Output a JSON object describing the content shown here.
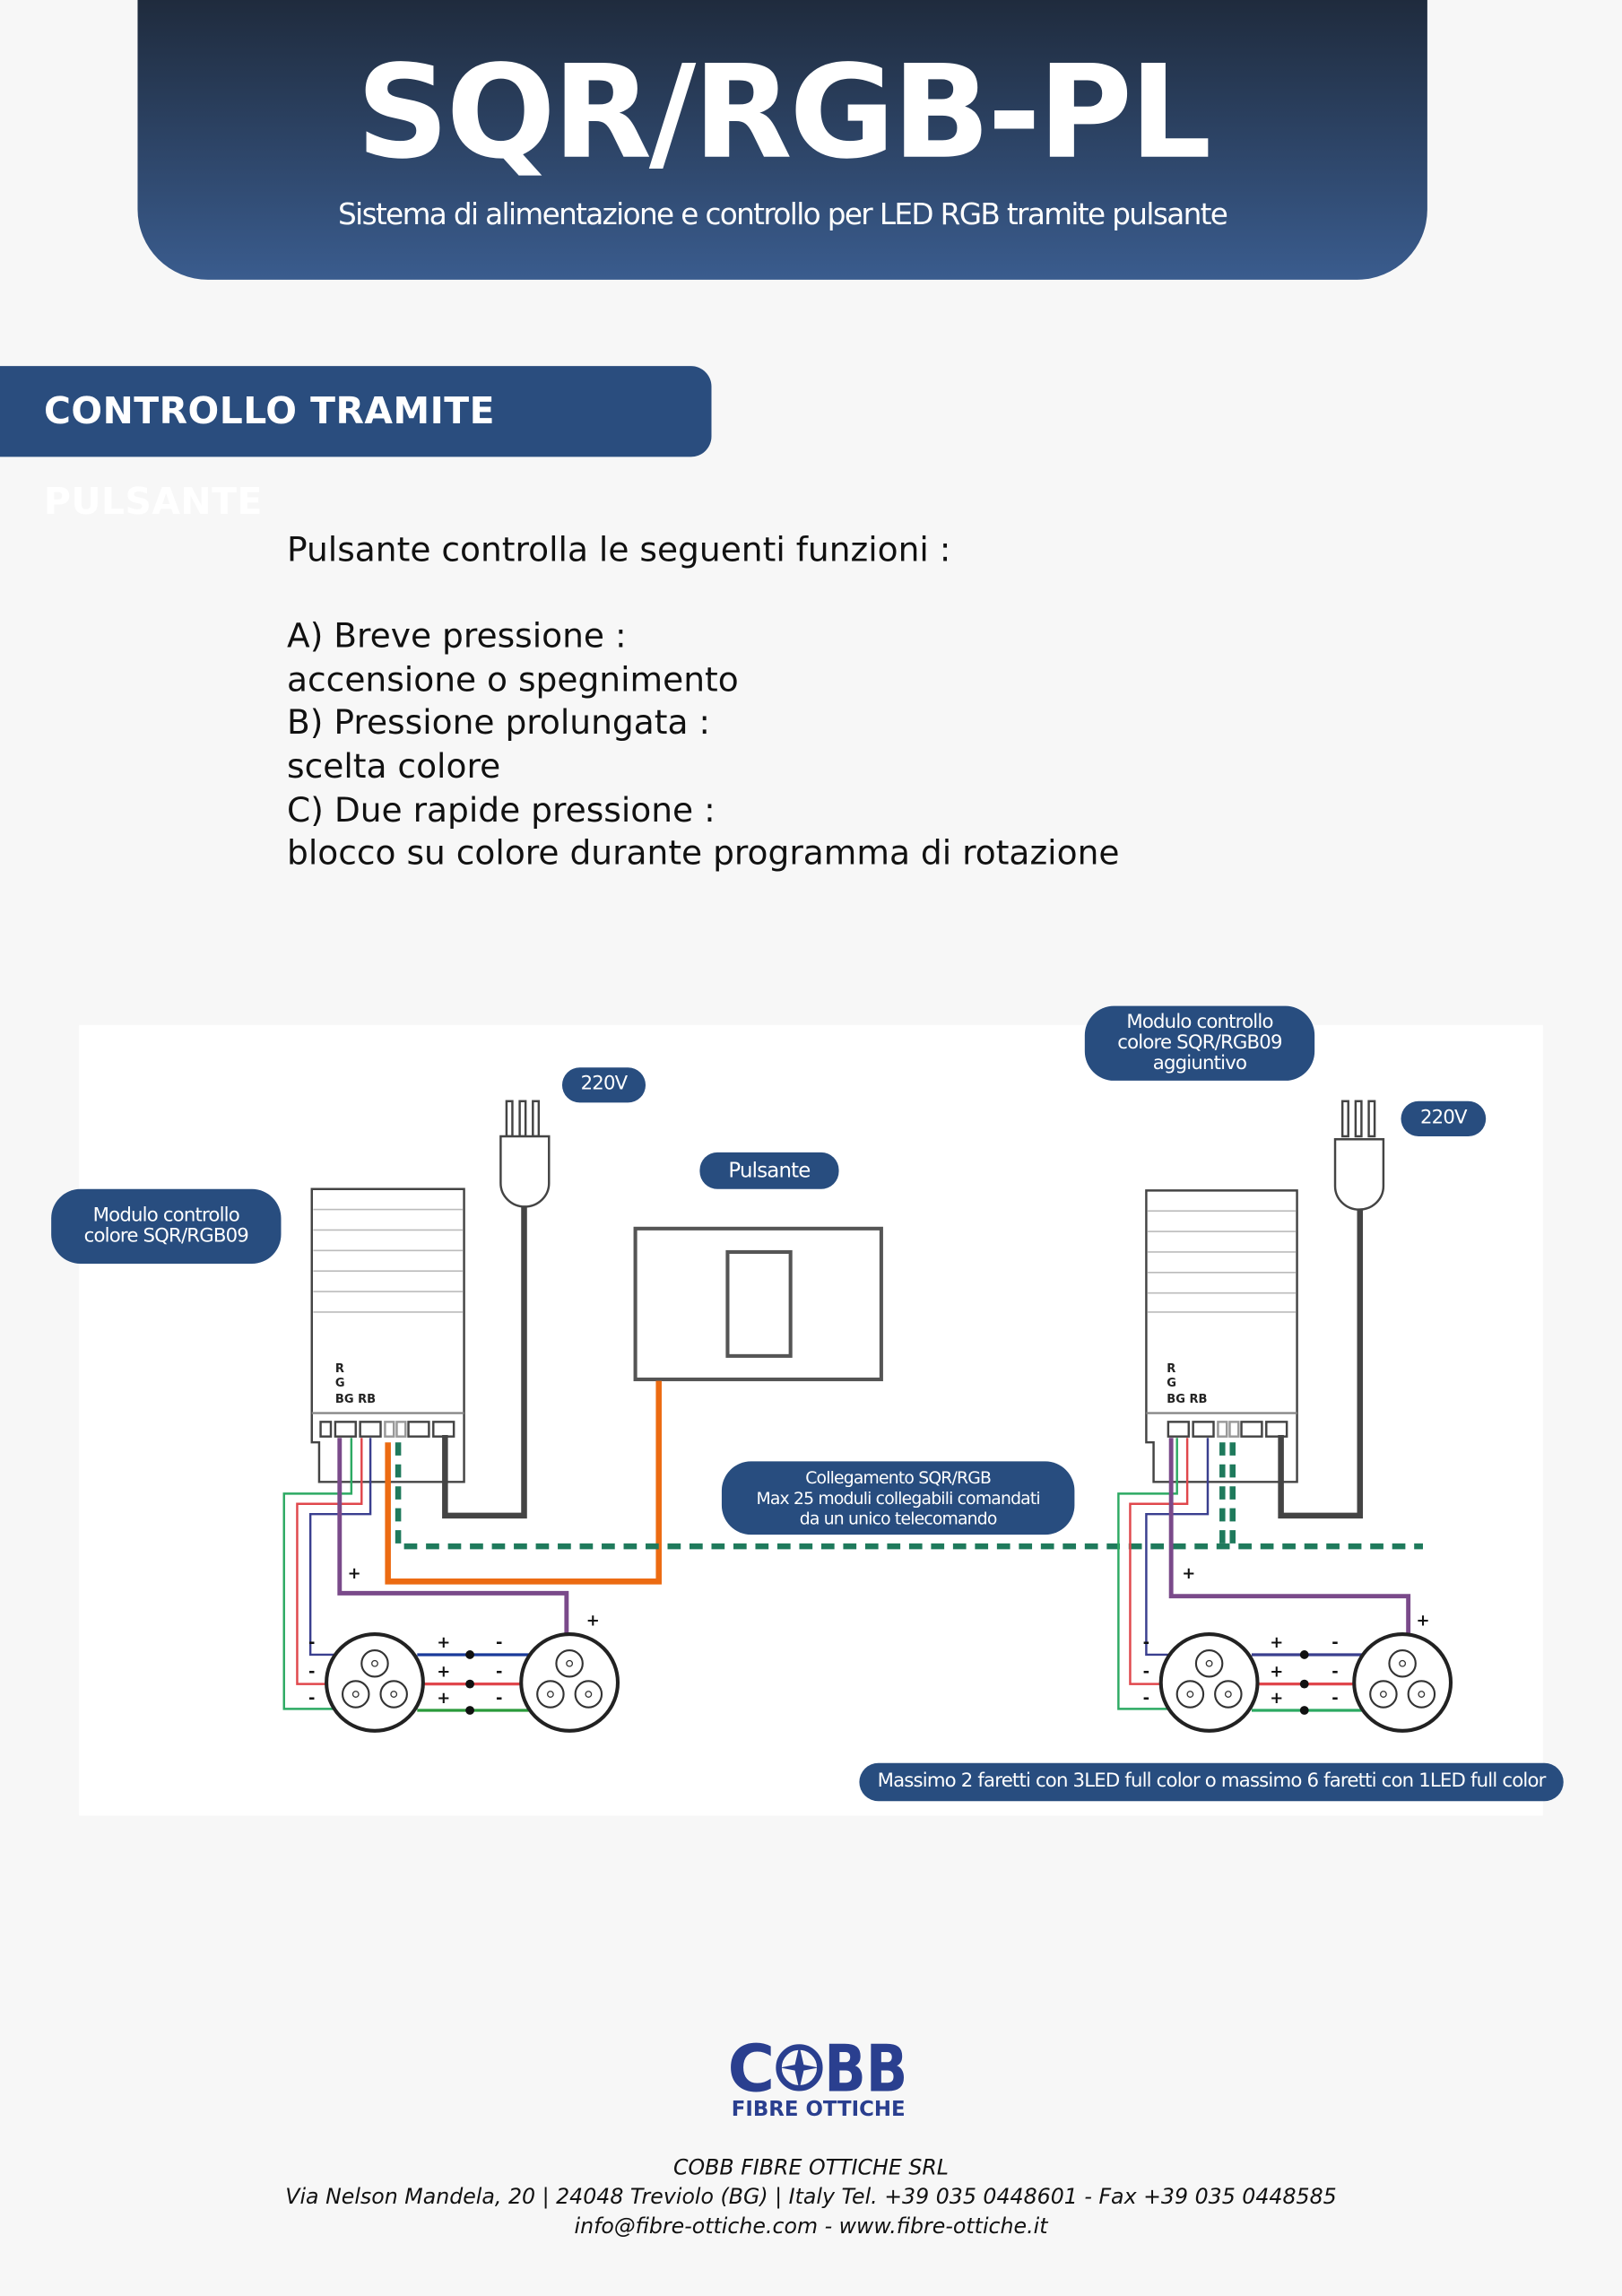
{
  "header": {
    "title": "SQR/RGB-PL",
    "subtitle": "Sistema di alimentazione e controllo per LED RGB tramite pulsante"
  },
  "section": {
    "title": "CONTROLLO TRAMITE PULSANTE"
  },
  "body": {
    "lines": [
      "Pulsante controlla le seguenti funzioni :",
      "",
      "A) Breve pressione :",
      "accensione o spegnimento",
      "B) Pressione prolungata :",
      "scelta colore",
      "C) Due rapide pressione :",
      "blocco su colore durante programma di rotazione"
    ]
  },
  "diagram": {
    "module_label": "Modulo controllo colore SQR/RGB09",
    "module_extra_label": "Modulo controllo colore SQR/RGB09 aggiuntivo",
    "voltage_left": "220V",
    "voltage_right": "220V",
    "button_label": "Pulsante",
    "link_label_1": "Collegamento SQR/RGB",
    "link_label_2": "Max 25 moduli collegabili comandati",
    "link_label_3": "da un unico telecomando",
    "terminal_r": "R",
    "terminal_g": "G",
    "terminal_bgrb": "BG RB",
    "plus": "+",
    "minus": "-",
    "limit_note": "Massimo 2 faretti con 3LED full color o massimo 6 faretti con 1LED full color",
    "colors": {
      "red": "#e0474c",
      "green": "#2daa63",
      "blue": "#3a3f8f",
      "orange": "#ec6b12",
      "dashed": "#1f7a5c"
    }
  },
  "footer": {
    "logo_text": "COBB",
    "logo_sub": "FIBRE OTTICHE",
    "company": "COBB FIBRE OTTICHE SRL",
    "address": "Via Nelson Mandela, 20 | 24048 Treviolo (BG) | Italy  Tel. +39 035 0448601 - Fax +39 035 0448585",
    "contacts": "info@fibre-ottiche.com  - www.fibre-ottiche.it"
  },
  "colors": {
    "brand": "#2a4d7e",
    "header_top": "#1f2b3d",
    "header_bottom": "#3a5c8e"
  }
}
